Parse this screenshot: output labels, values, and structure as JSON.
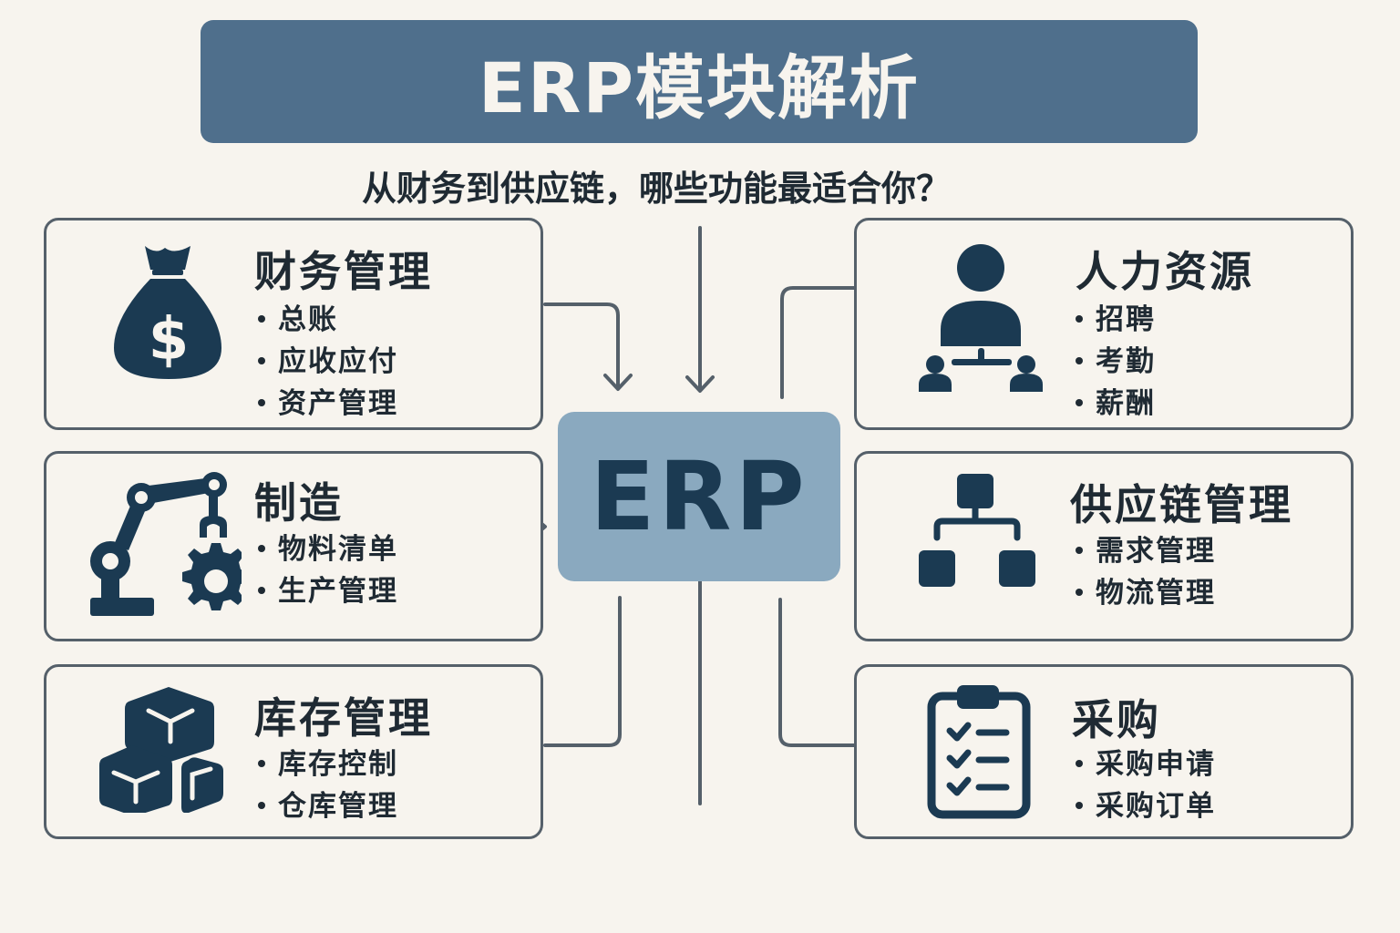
{
  "header": {
    "title": "ERP模块解析",
    "subtitle": "从财务到供应链，哪些功能最适合你？"
  },
  "center": {
    "label": "ERP"
  },
  "colors": {
    "banner": "#4f6f8c",
    "center": "#8aa9bf",
    "icon": "#1b3a52",
    "line": "#55606a",
    "background": "#f7f4ee"
  },
  "modules": [
    {
      "title": "财务管理",
      "icon": "money-bag-icon",
      "items": [
        "总账",
        "应收应付",
        "资产管理"
      ]
    },
    {
      "title": "制造",
      "icon": "robot-arm-gear-icon",
      "items": [
        "物料清单",
        "生产管理"
      ]
    },
    {
      "title": "库存管理",
      "icon": "boxes-icon",
      "items": [
        "库存控制",
        "仓库管理"
      ]
    },
    {
      "title": "人力资源",
      "icon": "org-people-icon",
      "items": [
        "招聘",
        "考勤",
        "薪酬"
      ]
    },
    {
      "title": "供应链管理",
      "icon": "hierarchy-icon",
      "items": [
        "需求管理",
        "物流管理"
      ]
    },
    {
      "title": "采购",
      "icon": "clipboard-checklist-icon",
      "items": [
        "采购申请",
        "采购订单"
      ]
    }
  ]
}
